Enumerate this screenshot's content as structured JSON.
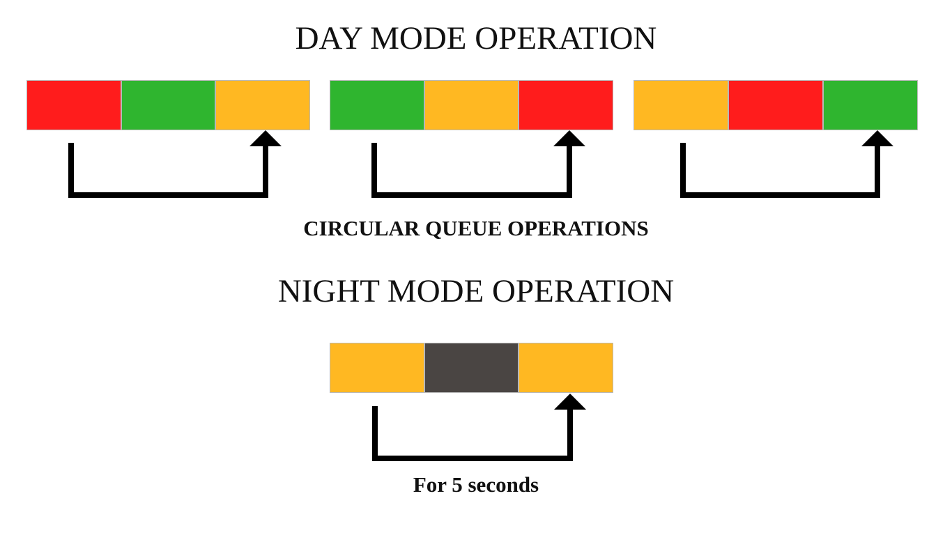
{
  "day_title": "DAY MODE OPERATION",
  "queue_caption": "CIRCULAR QUEUE OPERATIONS",
  "night_title": "NIGHT MODE OPERATION",
  "night_caption": "For 5 seconds",
  "colors": {
    "red": "#ff1c1c",
    "green": "#2fb52f",
    "amber": "#ffb822",
    "off": "#4a4543",
    "arrow": "#000000"
  },
  "day_sequences": [
    [
      "red",
      "green",
      "amber"
    ],
    [
      "green",
      "amber",
      "red"
    ],
    [
      "amber",
      "red",
      "green"
    ]
  ],
  "night_sequence": [
    "amber",
    "off",
    "amber"
  ]
}
